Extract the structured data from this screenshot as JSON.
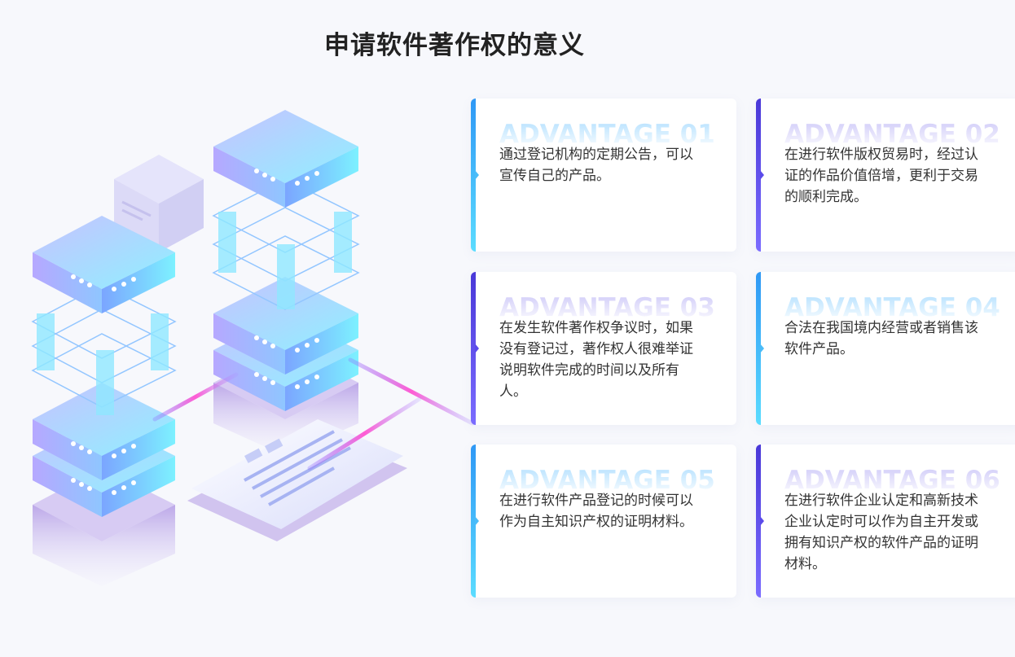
{
  "title": "申请软件著作权的意义",
  "cards": [
    {
      "watermark": "ADVANTAGE 01",
      "text": "通过登记机构的定期公告，可以宣传自己的产品。",
      "accent": "cyan"
    },
    {
      "watermark": "ADVANTAGE 02",
      "text": "在进行软件版权贸易时，经过认证的作品价值倍增，更利于交易的顺利完成。",
      "accent": "purple"
    },
    {
      "watermark": "ADVANTAGE 03",
      "text": "在发生软件著作权争议时，如果没有登记过，著作权人很难举证说明软件完成的时间以及所有人。",
      "accent": "purple"
    },
    {
      "watermark": "ADVANTAGE 04",
      "text": "合法在我国境内经营或者销售该软件产品。",
      "accent": "cyan"
    },
    {
      "watermark": "ADVANTAGE 05",
      "text": "在进行软件产品登记的时候可以作为自主知识产权的证明材料。",
      "accent": "cyan"
    },
    {
      "watermark": "ADVANTAGE 06",
      "text": "在进行软件企业认定和高新技术企业认定时可以作为自主开发或拥有知识产权的软件产品的证明材料。",
      "accent": "purple"
    }
  ],
  "colors": {
    "cyan_accent": "#3aa9f7",
    "purple_accent": "#5b4bea",
    "background": "#f7f8fc"
  }
}
